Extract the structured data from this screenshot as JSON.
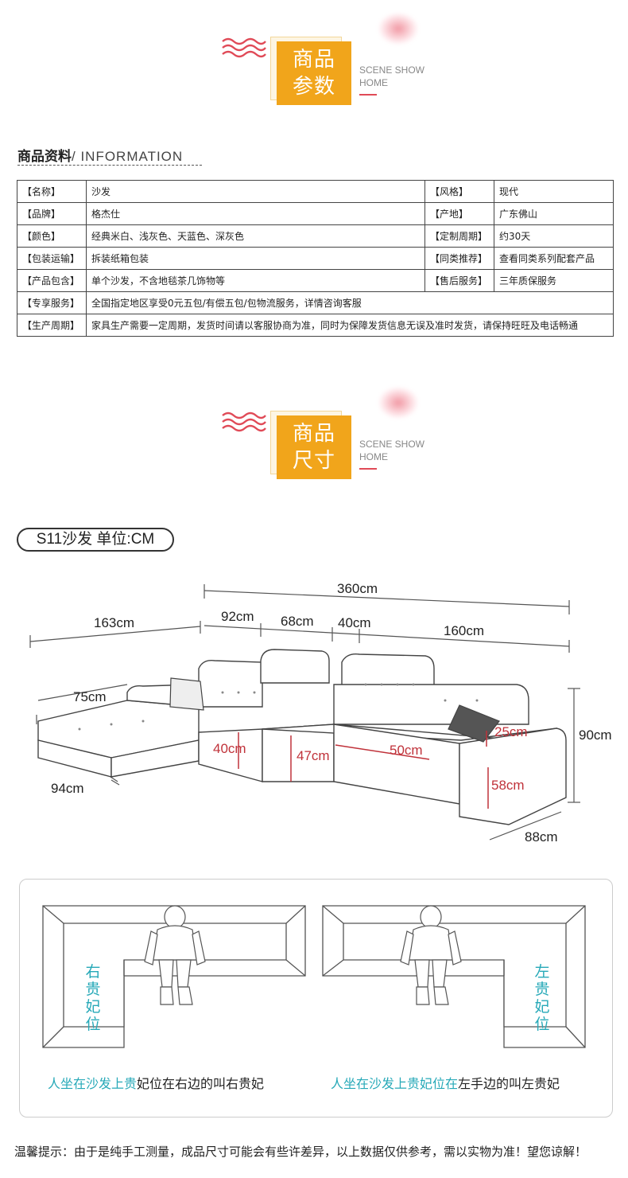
{
  "section_params": {
    "badge_line1": "商品",
    "badge_line2": "参数",
    "en_line1": "SCENE SHOW",
    "en_line2": "HOME"
  },
  "info": {
    "title_cn": "商品资料",
    "title_en": "/ INFORMATION",
    "rows": [
      {
        "k1": "【名称】",
        "v1": "沙发",
        "k2": "【风格】",
        "v2": "现代"
      },
      {
        "k1": "【品牌】",
        "v1": "格杰仕",
        "k2": "【产地】",
        "v2": "广东佛山"
      },
      {
        "k1": "【颜色】",
        "v1": "经典米白、浅灰色、天蓝色、深灰色",
        "k2": "【定制周期】",
        "v2": "约30天"
      },
      {
        "k1": "【包装运输】",
        "v1": "拆装纸箱包装",
        "k2": "【同类推荐】",
        "v2": "查看同类系列配套产品"
      },
      {
        "k1": "【产品包含】",
        "v1": "单个沙发，不含地毯茶几饰物等",
        "k2": "【售后服务】",
        "v2": "三年质保服务"
      }
    ],
    "wide_rows": [
      {
        "k": "【专享服务】",
        "v": "全国指定地区享受0元五包/有偿五包/包物流服务，详情咨询客服"
      },
      {
        "k": "【生产周期】",
        "v": "家具生产需要一定周期，发货时间请以客服协商为准，同时为保障发货信息无误及准时发货，请保持旺旺及电话畅通"
      }
    ]
  },
  "section_size": {
    "badge_line1": "商品",
    "badge_line2": "尺寸",
    "en_line1": "SCENE SHOW",
    "en_line2": "HOME"
  },
  "sofa_label": "S11沙发 单位:CM",
  "dimensions": {
    "total": "360cm",
    "left_top": "163cm",
    "seg1": "92cm",
    "seg2": "68cm",
    "seg3": "40cm",
    "seg4": "160cm",
    "depth_left": "75cm",
    "width_left": "94cm",
    "height_total": "90cm",
    "depth_right": "88cm",
    "arm_height": "58cm",
    "cushion": "25cm",
    "seat_height_console": "40cm",
    "seat_height": "47cm",
    "seat_depth": "50cm"
  },
  "seating": {
    "right_label": "右贵妃位",
    "left_label": "左贵妃位",
    "caption_right_hl": "人坐在沙发上贵",
    "caption_right_rest": "妃位在右边的叫右贵妃",
    "caption_left_hl": "人坐在沙发上贵妃位在",
    "caption_left_rest": "左手边的叫左贵妃"
  },
  "footer": "温馨提示：由于是纯手工测量，成品尺寸可能会有些许差异，以上数据仅供参考，需以实物为准！望您谅解！"
}
